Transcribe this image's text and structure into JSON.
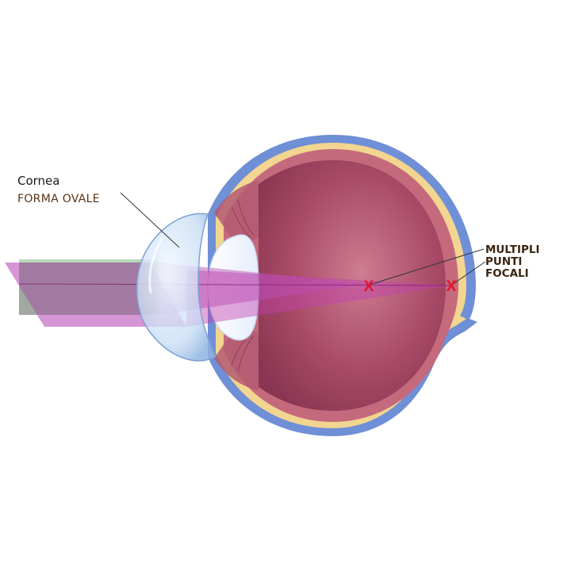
{
  "labels": {
    "cornea_title": "Cornea",
    "cornea_subtitle": "FORMA OVALE",
    "focal_points": [
      "MULTIPLI",
      "PUNTI",
      "FOCALI"
    ],
    "focal_marker": "X"
  },
  "colors": {
    "sclera": "#6f8fd6",
    "choroid": "#c46a7c",
    "retina": "#f2d590",
    "vitreous": "#a44a64",
    "cornea": "#b8d4f2",
    "lens": "#eef4ff",
    "beam_green": "#9ccc9c",
    "beam_magenta": "#b440b4",
    "marker": "#e8102a"
  }
}
